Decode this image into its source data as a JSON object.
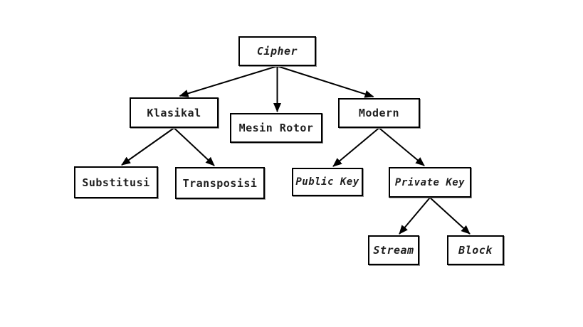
{
  "diagram": {
    "type": "tree",
    "root_label": "Cipher",
    "nodes": [
      {
        "id": "cipher",
        "label": "Cipher",
        "text_style": "italic"
      },
      {
        "id": "klasikal",
        "label": "Klasikal",
        "text_style": "regular"
      },
      {
        "id": "mesin-rotor",
        "label": "Mesin Rotor",
        "text_style": "regular"
      },
      {
        "id": "modern",
        "label": "Modern",
        "text_style": "regular"
      },
      {
        "id": "substitusi",
        "label": "Substitusi",
        "text_style": "regular"
      },
      {
        "id": "transposisi",
        "label": "Transposisi",
        "text_style": "regular"
      },
      {
        "id": "public-key",
        "label": "Public Key",
        "text_style": "italic"
      },
      {
        "id": "private-key",
        "label": "Private Key",
        "text_style": "italic"
      },
      {
        "id": "stream",
        "label": "Stream",
        "text_style": "italic"
      },
      {
        "id": "block",
        "label": "Block",
        "text_style": "italic"
      }
    ],
    "edges": [
      {
        "from": "cipher",
        "to": "klasikal"
      },
      {
        "from": "cipher",
        "to": "mesin-rotor"
      },
      {
        "from": "cipher",
        "to": "modern"
      },
      {
        "from": "klasikal",
        "to": "substitusi"
      },
      {
        "from": "klasikal",
        "to": "transposisi"
      },
      {
        "from": "modern",
        "to": "public-key"
      },
      {
        "from": "modern",
        "to": "private-key"
      },
      {
        "from": "private-key",
        "to": "stream"
      },
      {
        "from": "private-key",
        "to": "block"
      }
    ],
    "colors": {
      "background": "#ffffff",
      "box_fill": "#ffffff",
      "box_border": "#000000",
      "line": "#000000",
      "text": "#1f1f1f"
    }
  }
}
